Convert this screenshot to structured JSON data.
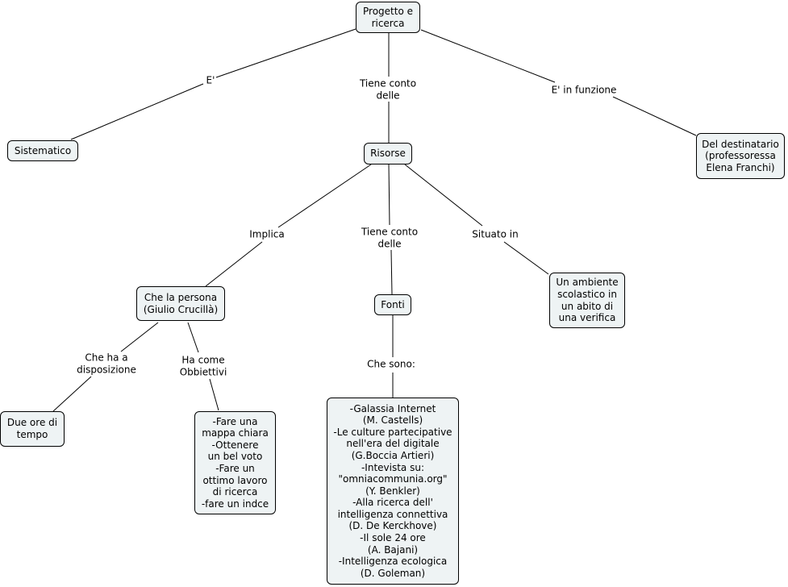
{
  "nodes": {
    "progetto": "Progetto e\nricerca",
    "sistematico": "Sistematico",
    "risorse": "Risorse",
    "destinatario": "Del destinatario\n(professoressa\nElena Franchi)",
    "persona": "Che la persona\n(Giulio Crucillà)",
    "fonti": "Fonti",
    "ambiente": "Un ambiente\nscolastico in\nun abito di\nuna verifica",
    "due_ore": "Due ore di\ntempo",
    "obiettivi": "-Fare una\nmappa chiara\n-Ottenere\nun bel voto\n-Fare un\nottimo lavoro\ndi ricerca\n-fare un indce",
    "elenco_fonti": "-Galassia Internet\n(M. Castells)\n-Le culture partecipative\nnell'era del digitale\n(G.Boccia Artieri)\n-Intevista su:\n\"omniacommunia.org\"\n(Y. Benkler)\n-Alla ricerca dell'\nintelligenza connettiva\n(D. De Kerckhove)\n-Il sole 24 ore\n(A. Bajani)\n-Intelligenza ecologica\n(D. Goleman)"
  },
  "links": {
    "e": "E'",
    "tiene_conto_1": "Tiene conto\ndelle",
    "e_in_funzione": "E' in funzione",
    "implica": "Implica",
    "tiene_conto_2": "Tiene conto\ndelle",
    "situato_in": "Situato in",
    "che_ha": "Che ha a\ndisposizione",
    "ha_come": "Ha come\nObbiettivi",
    "che_sono": "Che sono:"
  },
  "colors": {
    "node_fill": "#eef3f4",
    "node_border": "#000000",
    "line": "#000000",
    "background": "#ffffff"
  }
}
